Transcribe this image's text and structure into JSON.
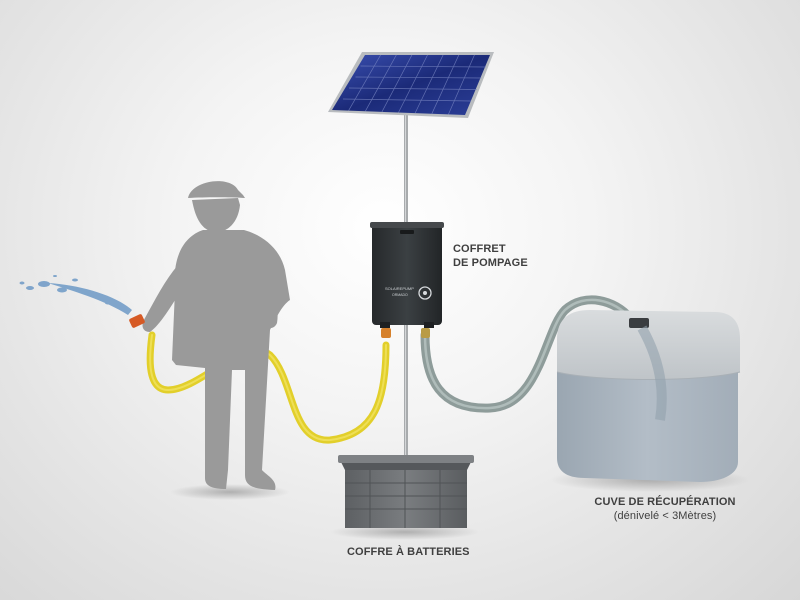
{
  "labels": {
    "coffret_line1": "COFFRET",
    "coffret_line2": "DE POMPAGE",
    "batteries": "COFFRE À BATTERIES",
    "cuve_line1": "CUVE DE RÉCUPÉRATION",
    "cuve_line2": "(dénivelé < 3Mètres)"
  },
  "colors": {
    "person": "#9a9a9a",
    "yellow_hose": "#e2cf2a",
    "gray_hose": "#8e9c9a",
    "tank_water": "#aeb9c3",
    "tank_top": "#cfd3d6",
    "battery_box": "#6f7275",
    "pump_box": "#2f3335",
    "solar_panel": "#21307a"
  }
}
